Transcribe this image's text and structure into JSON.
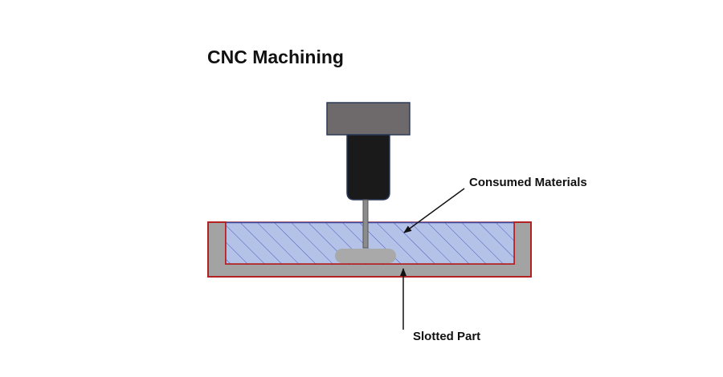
{
  "title": "CNC Machining",
  "labels": {
    "consumed_materials": "Consumed Materials",
    "slotted_part": "Slotted Part"
  },
  "colors": {
    "background": "#ffffff",
    "spindle_head": "#6e6a6c",
    "tool_holder": "#1a1a1a",
    "end_mill": "#8c8c8c",
    "part_body": "#a3a3a3",
    "part_outline": "#b22222",
    "material_fill": "#b4c2e8",
    "material_hatch": "#4a5dbb",
    "chip": "#a9a9a9",
    "text": "#111111"
  }
}
